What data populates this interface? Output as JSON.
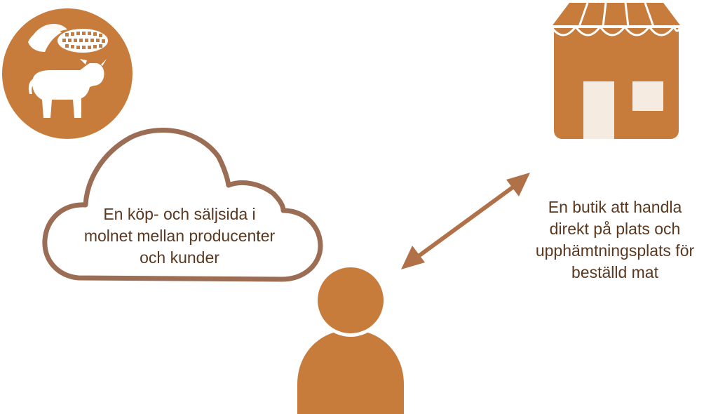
{
  "colors": {
    "brand_orange": "#c77c3c",
    "cloud_outline": "#9c6d55",
    "arrow": "#b07148",
    "light_cream": "#f5ebe0",
    "text_brown": "#5a3820",
    "white": "#ffffff"
  },
  "icons": {
    "farm": "corn-and-cow-icon",
    "shop": "storefront-icon",
    "person": "person-icon",
    "connection": "double-headed-arrow"
  },
  "cloud_label": {
    "line1": "En köp- och säljsida i",
    "line2": "molnet mellan producenter",
    "line3": "och kunder"
  },
  "shop_label": {
    "line1": "En butik att handla",
    "line2": "direkt på plats och",
    "line3": "upphämtningsplats för",
    "line4": "beställd mat"
  }
}
